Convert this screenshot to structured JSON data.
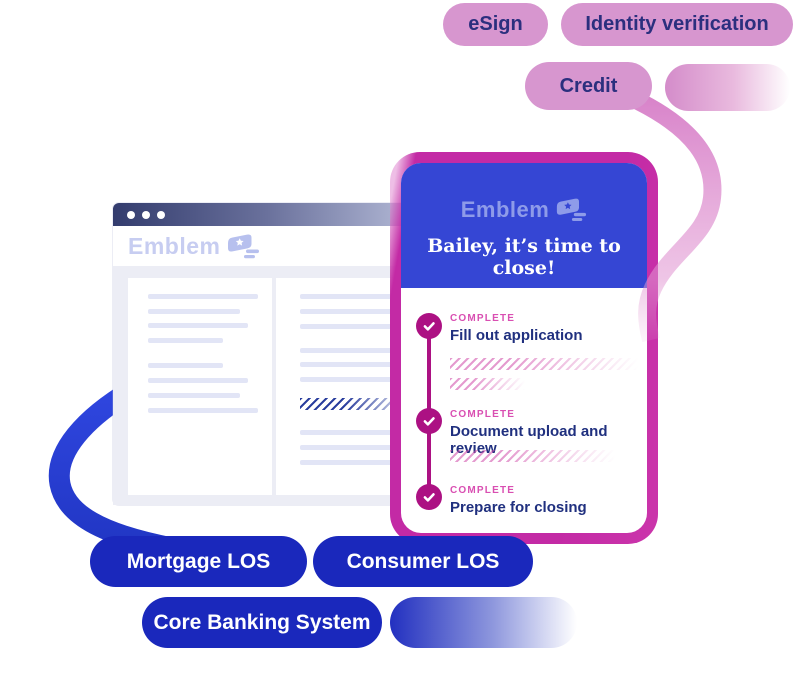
{
  "illustration": {
    "description_colors": {
      "pink_pill_bg": "#d796cf",
      "pill_text_navy": "#2b2f7e",
      "phone_frame_magenta": "#c32aa5",
      "phone_header_blue": "#3546d4",
      "complete_label_pink": "#d94fb2",
      "task_title_navy": "#20307f",
      "deep_blue_pill_bg": "#1a28bc",
      "browser_topbar_gradient": [
        "#333c6e",
        "#c7cde6"
      ]
    },
    "top_pills": [
      {
        "label": "eSign",
        "style": "pink"
      },
      {
        "label": "Identity verification",
        "style": "pink"
      },
      {
        "label": "Credit",
        "style": "pink"
      },
      {
        "label": "",
        "style": "pink-gradient"
      }
    ],
    "bottom_pills": [
      {
        "label": "Mortgage LOS",
        "style": "blue"
      },
      {
        "label": "Consumer LOS",
        "style": "blue"
      },
      {
        "label": "Core Banking System",
        "style": "blue"
      },
      {
        "label": "",
        "style": "blue-gradient"
      }
    ],
    "browser_window": {
      "logo": "Emblem",
      "icons": [
        "window-controls-dots",
        "emblem-flag-logo-icon"
      ]
    },
    "phone": {
      "logo": "Emblem",
      "headline": "Bailey, it’s time to close!",
      "checklist": [
        {
          "status": "COMPLETE",
          "title": "Fill out application"
        },
        {
          "status": "COMPLETE",
          "title": "Document upload and review"
        },
        {
          "status": "COMPLETE",
          "title": "Prepare for closing"
        }
      ],
      "icons": [
        "emblem-flag-logo-icon",
        "check-icon",
        "check-icon",
        "check-icon"
      ]
    }
  }
}
